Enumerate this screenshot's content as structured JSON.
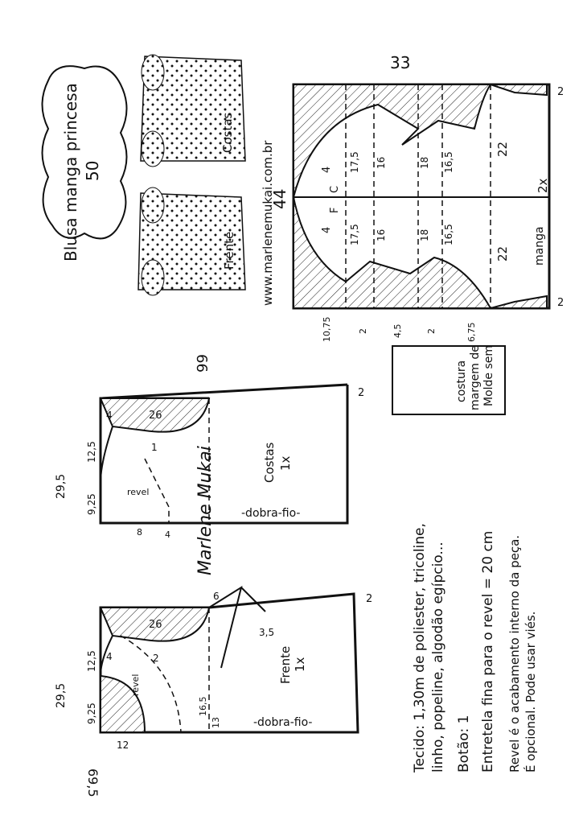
{
  "title": {
    "name": "Blusa manga princesa",
    "size": "50"
  },
  "website": "www.marlenemukai.com.br",
  "sketches": {
    "back_label": "Costas",
    "front_label": "Frente"
  },
  "sleeve": {
    "width": "33",
    "height": "44",
    "half": "22",
    "half2": "22",
    "count": "2x",
    "label": "manga",
    "cap_back": [
      "17,5",
      "16",
      "18",
      "16,5"
    ],
    "cap_front": [
      "17,5",
      "16",
      "18",
      "16,5"
    ],
    "marks": {
      "c": "C",
      "f": "F",
      "a": "4",
      "b": "4"
    },
    "offsets": [
      "10,75",
      "2",
      "4,5",
      "2",
      "6,75"
    ],
    "hem": [
      "2",
      "2"
    ]
  },
  "back": {
    "length": "66",
    "width": "29,5",
    "shoulder": "26",
    "neck_depth": "12,5",
    "neck_width": "9,25",
    "neck_4": "4",
    "armhole_1": "1",
    "facing": "revel",
    "facing_8": "8",
    "facing_4": "4",
    "label": "Costas",
    "count": "1x",
    "fold": "-dobra-fio-",
    "hem": "2"
  },
  "front": {
    "length": "69,5",
    "width": "29,5",
    "shoulder": "26",
    "neck_depth": "12,5",
    "neck_width": "9,25",
    "neck_4": "4",
    "neck_12": "12",
    "armhole_2": "2",
    "dart_6": "6",
    "dart_35": "3,5",
    "dart_165": "16,5",
    "dart_13": "13",
    "facing": "revel",
    "label": "Frente",
    "count": "1x",
    "fold": "-dobra-fio-",
    "hem": "2"
  },
  "note_box": [
    "Molde sem",
    "margem de",
    "costura"
  ],
  "instructions": {
    "fabric": "Tecido: 1,30m de poliester, tricoline,",
    "fabric2": "linho, popeline, algodão egípcio...",
    "button": "Botão: 1",
    "interfacing": "Entretela fina para o revel = 20 cm",
    "facing_note": "Revel é o acabamento interno da peça.",
    "facing_note2": "É opcional. Pode usar viés."
  },
  "signature": "Marlene Mukai"
}
